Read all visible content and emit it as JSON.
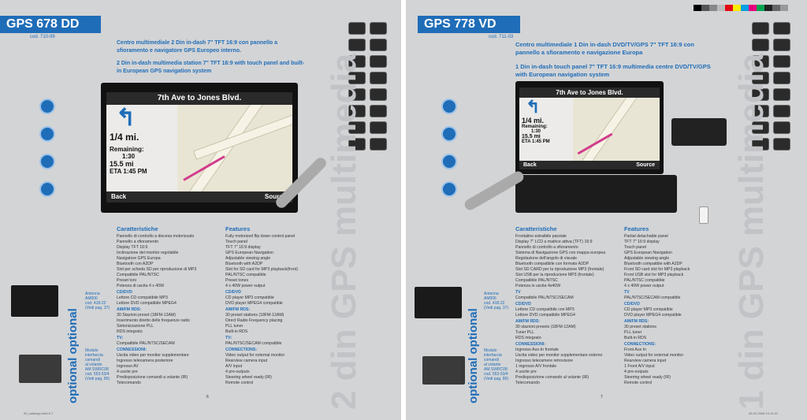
{
  "left": {
    "title": "GPS 678 DD",
    "cod": "cod. 710-99",
    "head_it": "Centro multimediale 2 Din in-dash 7\" TFT 16:9 con pannello a sfioramento e navigatore GPS Europeo interno.",
    "head_en": "2 Din in-dash multimedia station 7\" TFT 16:9 with touch panel and built-in European GPS navigation system",
    "screen": {
      "street": "7th Ave to Jones Blvd.",
      "dist": "1/4 mi.",
      "remaining_label": "Remaining:",
      "remaining": "1:30",
      "km": "15.5 mi",
      "eta": "ETA 1:45 PM",
      "back": "Back",
      "source": "Source"
    },
    "car_h": "Caratteristiche",
    "car": [
      "Pannello di controllo a discesa motorizzato",
      "Pannello a sfioramento",
      "Display TFT 16:9",
      "Inclinazione del monitor regolabile",
      "Navigatore GPS Europa",
      "Bluetooth con A2DP",
      "Slot per scheda SD per riproduzione di MP3",
      "Compatibile PAL/NTSC",
      "Preset toni",
      "Potenza di uscita 4 x 40W"
    ],
    "car_sec": [
      {
        "h": "CD/DVD",
        "items": [
          "Lettore CD compatibile MP3",
          "Lettore DVD compatibile MPEG4"
        ]
      },
      {
        "h": "AM/FM RDS:",
        "items": [
          "30 Stazioni preset (18FM-12AM)",
          "Inserimento diretto delle frequenze radio",
          "Sintonizzazione PLL",
          "RDS integrato"
        ]
      },
      {
        "h": "TV:",
        "items": [
          "Compatibile PAL/NTSC/SECAM"
        ]
      },
      {
        "h": "CONNESSIONI:",
        "items": [
          "Uscita video per monitor supplementare",
          "Ingresso telecamera posteriore",
          "Ingresso AV",
          "4 uscite pre",
          "Predisposizione comandi a volante (IR)",
          "Telecomando"
        ]
      }
    ],
    "feat_h": "Features",
    "feat": [
      "Fully motorized flip down control panel",
      "Touch panel",
      "TFT 7\" 16:9 display",
      "GPS European Navigation",
      "Adjustable viewing angle",
      "Bluetooth with A2DP",
      "Slot for SD card for MP3 playback(front)",
      "PAL/NTSC compatible",
      "Preset tones",
      "4 x 40W power output"
    ],
    "feat_sec": [
      {
        "h": "CD/DVD",
        "items": [
          "CD player MP3 compatible",
          "DVD player MPEG4 compatible"
        ]
      },
      {
        "h": "AM/FM RDS:",
        "items": [
          "30 preset stations (18FM-12AM)",
          "Direct Radio Frequency placing",
          "PLL tuner",
          "Built-in RDS"
        ]
      },
      {
        "h": "TV:",
        "items": [
          "PAL/NTSC/SECAM compatible"
        ]
      },
      {
        "h": "CONNECTIONS:",
        "items": [
          "Video output for external monitor",
          "Rearview camera input",
          "A/V input",
          "4 pre-outputs",
          "Steering wheel ready (IR)",
          "Remote control"
        ]
      }
    ],
    "opt1": [
      "Antenna",
      "AM006",
      "cod. 418-22",
      "(Vedi pag. 37)"
    ],
    "opt2": [
      "Modulo",
      "interfaccia",
      "comandi",
      "al volante",
      "AM SWRC08",
      "cod. 553-53/4",
      "(Vedi pag. 80)"
    ],
    "optional": "optional optional",
    "big": "2 din GPS multimedia",
    "page": "6",
    "footer": "00_catalogo.indd   6-7"
  },
  "right": {
    "title": "GPS 778 VD",
    "cod": "cod. 711-03",
    "head_it": "Centro multimediale 1 Din in-dash DVD/TV/GPS 7\" TFT 16:9 con pannello a sfioramento e navigazione Europa",
    "head_en": "1 Din in-dash touch panel 7\" TFT 16:9 multimedia centre DVD/TV/GPS with European navigation system",
    "screen": {
      "street": "7th Ave to Jones Blvd.",
      "dist": "1/4 mi.",
      "remaining_label": "Remaining:",
      "remaining": "1:30",
      "km": "15.5 mi",
      "eta": "ETA 1:45 PM",
      "back": "Back",
      "source": "Source"
    },
    "car_h": "Caratteristiche",
    "car": [
      "Frontalino estraibile parziale",
      "Display 7\" LCD a matrice attiva (TFT) 16:9",
      "Pannello di controllo a sfioramento",
      "Sistema di Navigazione GPS con mappa europea",
      "Regolazione dell'angolo di visuale",
      "Bluetooth compatibile con formato A2DP",
      "Slot SD CARD per la riproduzione MP3 (frontale)",
      "Slot USB per la riproduzione MP3 (frontale)",
      "Compatibile PAL/NTSC",
      "Potenza in uscita 4x40W"
    ],
    "car_sec": [
      {
        "h": "TV",
        "items": [
          "Compatibile PAL/NTSC/SECAM"
        ]
      },
      {
        "h": "CD/DVD",
        "items": [
          "Lettore CD compatibile con MP3",
          "Lettore DVD compatibile MPEG4"
        ]
      },
      {
        "h": "AM/FM RDS:",
        "items": [
          "30 stazioni presets (18FM-12AM)",
          "Tuner PLL",
          "RDS integrato"
        ]
      },
      {
        "h": "CONNESSIONI:",
        "items": [
          "Ingresso Aux-In frontale",
          "Uscita video per monitor supplementare esterno",
          "Ingresso telecamere retrovisore",
          "1 ingresso A/V frontale",
          "4 uscite pre",
          "Predisposizione comando al volante (IR)",
          "Telecomando"
        ]
      }
    ],
    "feat_h": "Features",
    "feat": [
      "Partial detachable panel",
      "TFT 7\" 16:9 display",
      "Touch panel",
      "GPS European Navigation",
      "Adjustable viewing angle",
      "Bluetooth compatible with A2DP",
      "Front SD card slot for MP3 playback",
      "Front USB slot for MP3 playback",
      "PAL/NTSC compatible",
      "4 x 40W power output"
    ],
    "feat_sec": [
      {
        "h": "TV",
        "items": [
          "PAL/NTSC/SECAM compatible"
        ]
      },
      {
        "h": "CD/DVD",
        "items": [
          "CD player MP3 compatible",
          "DVD player MPEG4 compatible"
        ]
      },
      {
        "h": "AM/FM RDS:",
        "items": [
          "30 preset stations",
          "PLL tuner",
          "Built-in RDS"
        ]
      },
      {
        "h": "CONNECTIONS:",
        "items": [
          "Front Aux In",
          "Video output for external monitor",
          "Rearview camera input",
          "1 Front A/V input",
          "4 pre-outputs",
          "Steering wheel ready (IR)",
          "Remote control"
        ]
      }
    ],
    "opt1": [
      "Antenna",
      "AM006",
      "cod. 418-22",
      "(Vedi pag. 37)"
    ],
    "opt2": [
      "Modulo",
      "interfaccia",
      "comandi",
      "al volante",
      "AM SWRC08",
      "cod. 553-53/4",
      "(Vedi pag. 80)"
    ],
    "optional": "optional optional",
    "big": "1 din GPS multimedia",
    "page": "7",
    "footer": "26-03-2008   10:14:21"
  },
  "colors": {
    "accent": "#1f6db8",
    "bg": "#d3d4d6",
    "route": "#d23b8c"
  }
}
